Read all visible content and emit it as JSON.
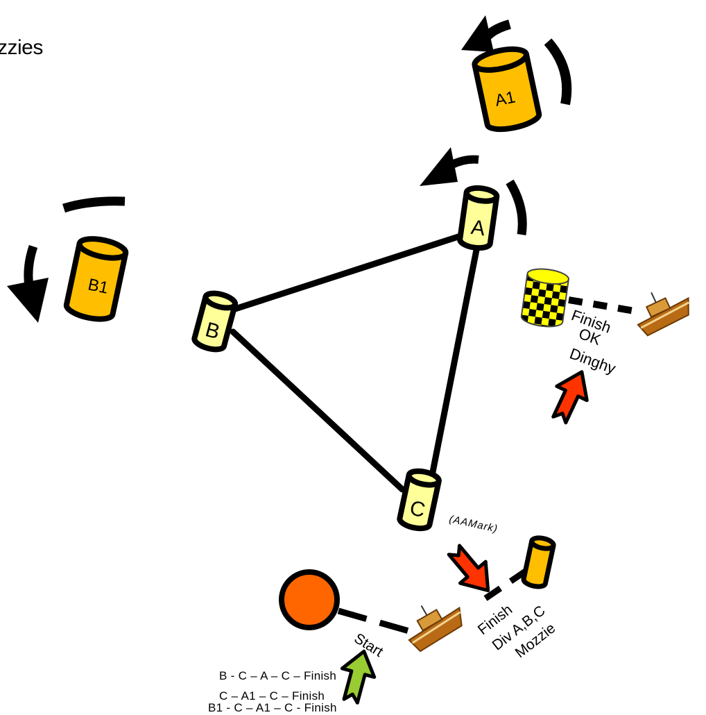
{
  "title": "zzies",
  "colors": {
    "mark_light": "#ffff99",
    "mark_orange": "#ffbf00",
    "start_buoy": "#ff6600",
    "finish_arrow": "#ff3300",
    "start_arrow": "#99cc33",
    "line": "#000000"
  },
  "marks": {
    "a1": "A1",
    "a": "A",
    "b1": "B1",
    "b": "B",
    "c": "C",
    "c_note": "(AAMark)"
  },
  "finish_dinghy": {
    "line1": "Finish",
    "line2": "OK",
    "line3": "Dinghy"
  },
  "finish_div": {
    "line1": "Finish",
    "line2": "Div A,B,C",
    "line3": "Mozzie"
  },
  "start": "Start",
  "courses": [
    "B - C – A – C – Finish",
    "C – A1 – C – Finish",
    "B1 - C – A1 – C - Finish"
  ]
}
